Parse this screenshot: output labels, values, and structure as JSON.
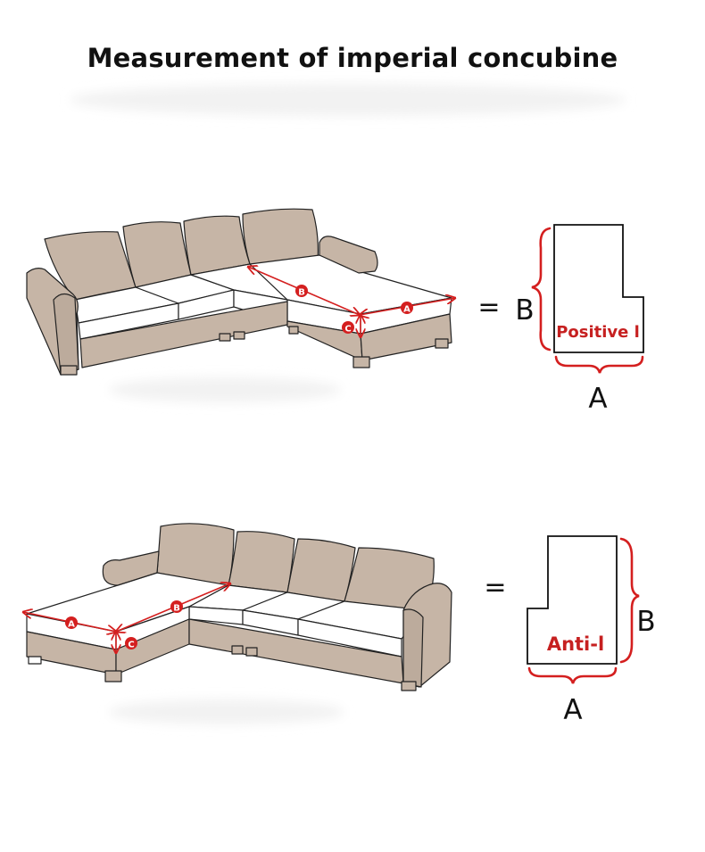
{
  "title": "Measurement of imperial concubine",
  "diagrams": [
    {
      "type": "Positive l",
      "shape_label": "Positive l",
      "equals": "=",
      "side_letter": "B",
      "bottom_letter": "A",
      "markers": [
        "A",
        "B",
        "C"
      ]
    },
    {
      "type": "Anti-l",
      "shape_label": "Anti-l",
      "equals": "=",
      "side_letter": "B",
      "bottom_letter": "A",
      "markers": [
        "A",
        "B",
        "C"
      ]
    }
  ],
  "colors": {
    "sofa_fill": "#c6b5a6",
    "seat_fill": "#ffffff",
    "outline": "#222222",
    "measure_red": "#d41f1f",
    "label_red": "#c62020"
  }
}
